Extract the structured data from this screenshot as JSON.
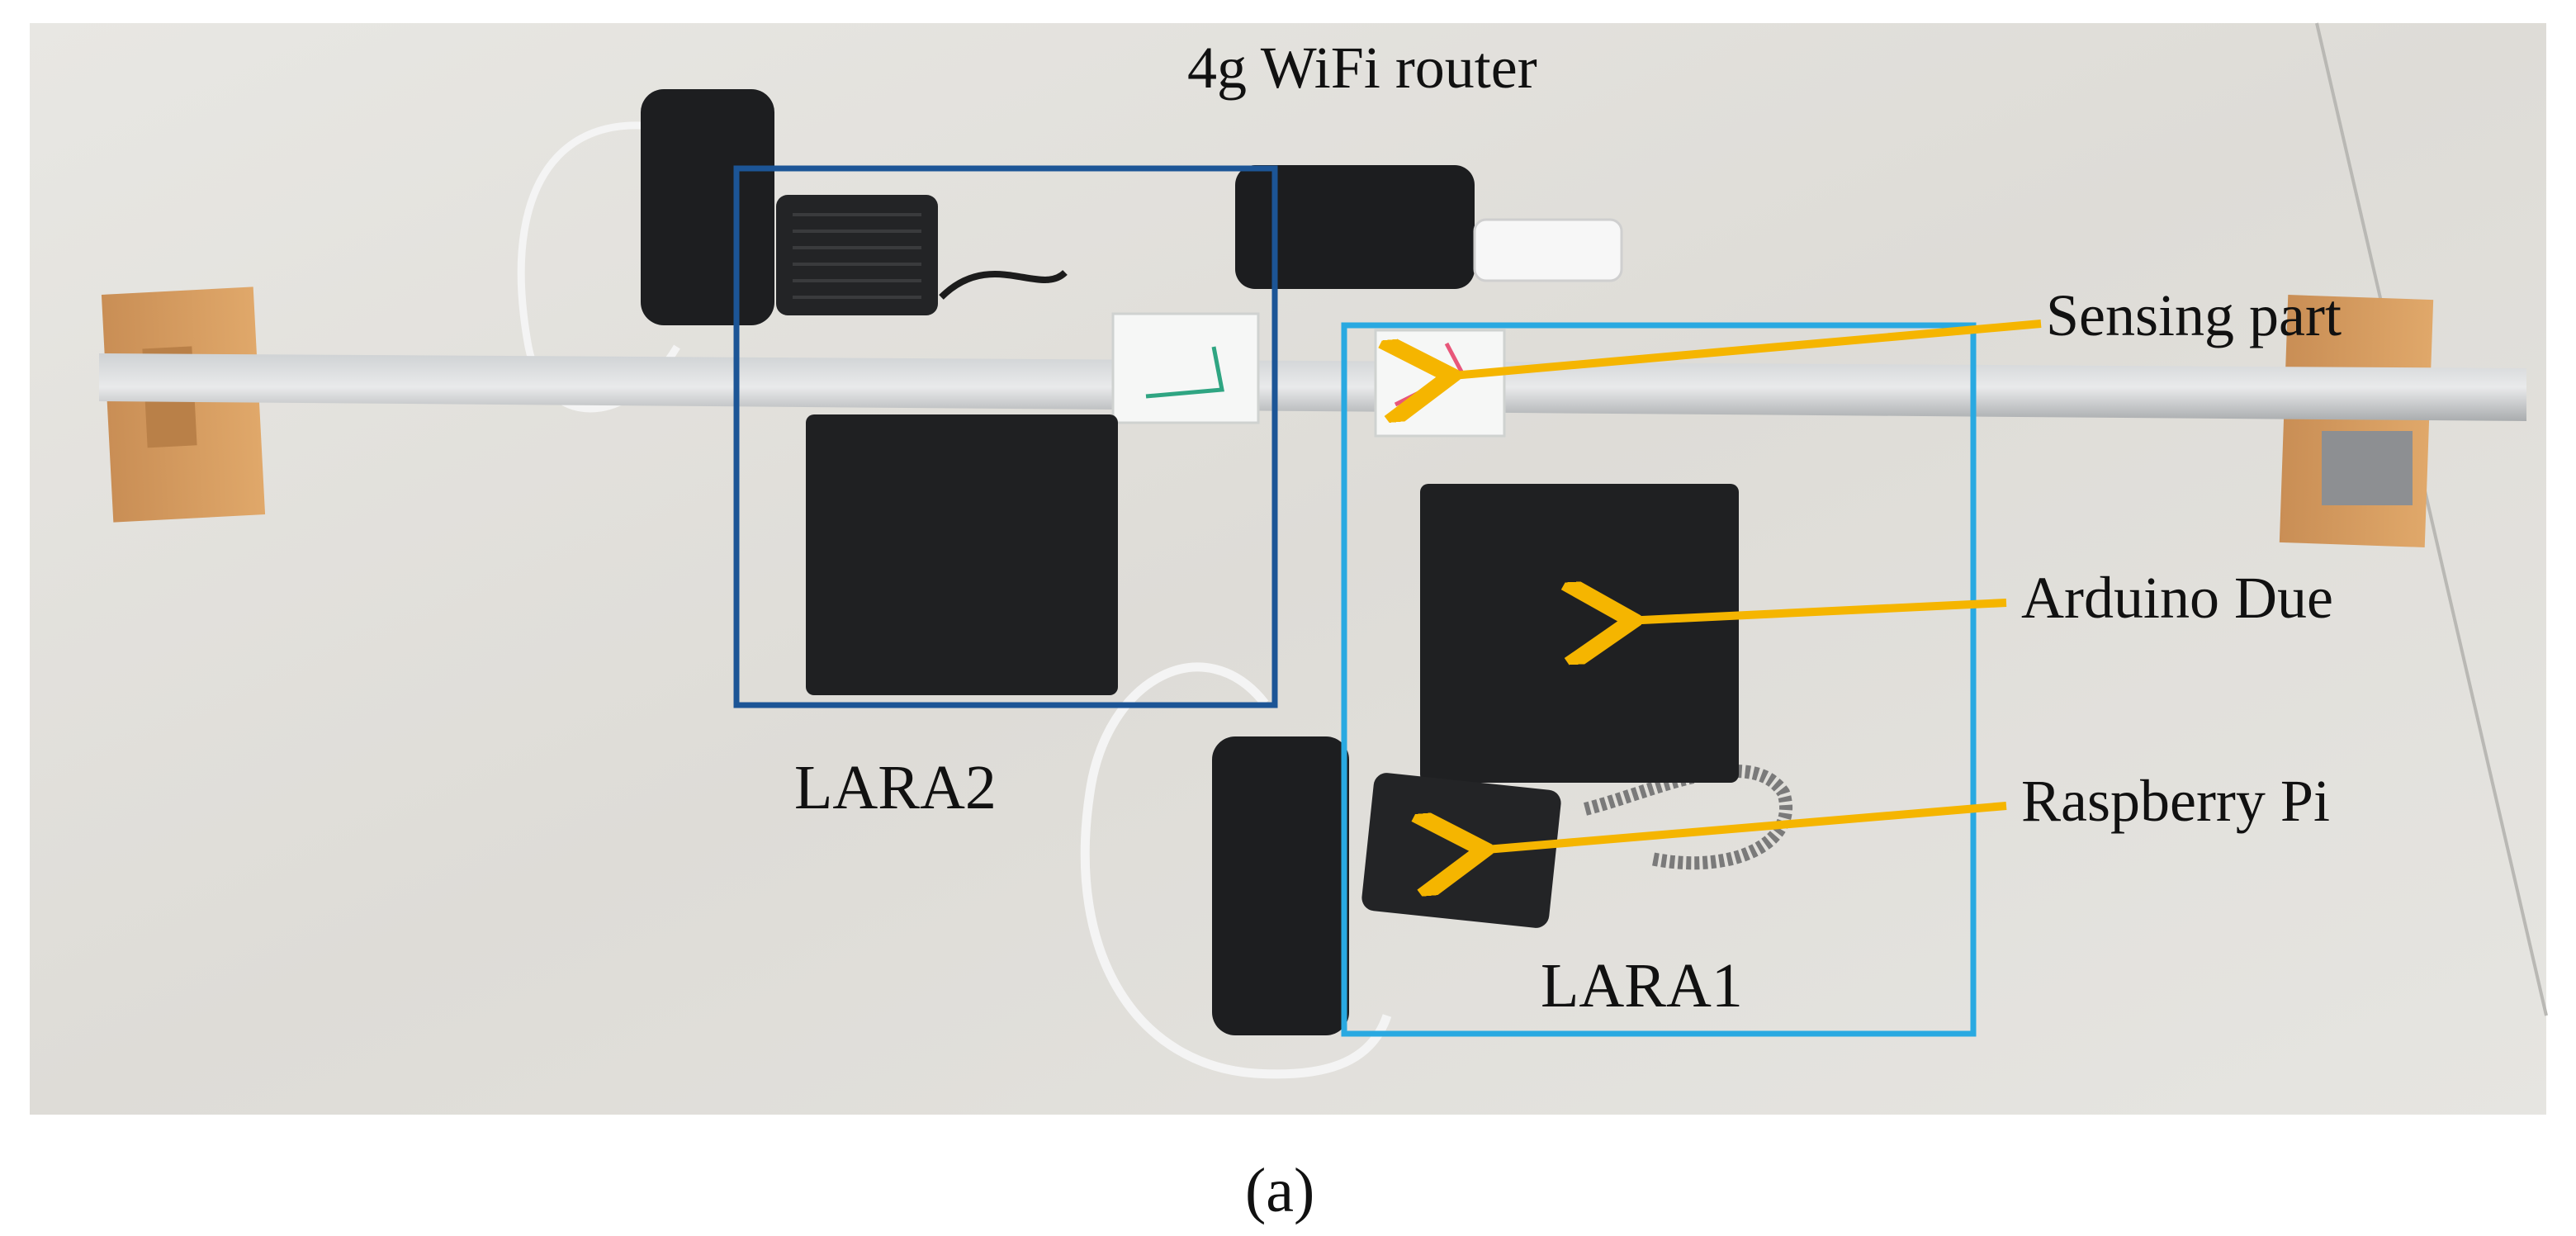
{
  "labels": {
    "router": "4g WiFi router",
    "sensing_part": "Sensing part",
    "arduino": "Arduino Due",
    "raspberry_pi": "Raspberry Pi",
    "lara2": "LARA2",
    "lara1": "LARA1",
    "caption": "(a)"
  },
  "colors": {
    "lara1_box": "#29a9e1",
    "lara2_box": "#1c5596",
    "arrow": "#f5b500"
  }
}
